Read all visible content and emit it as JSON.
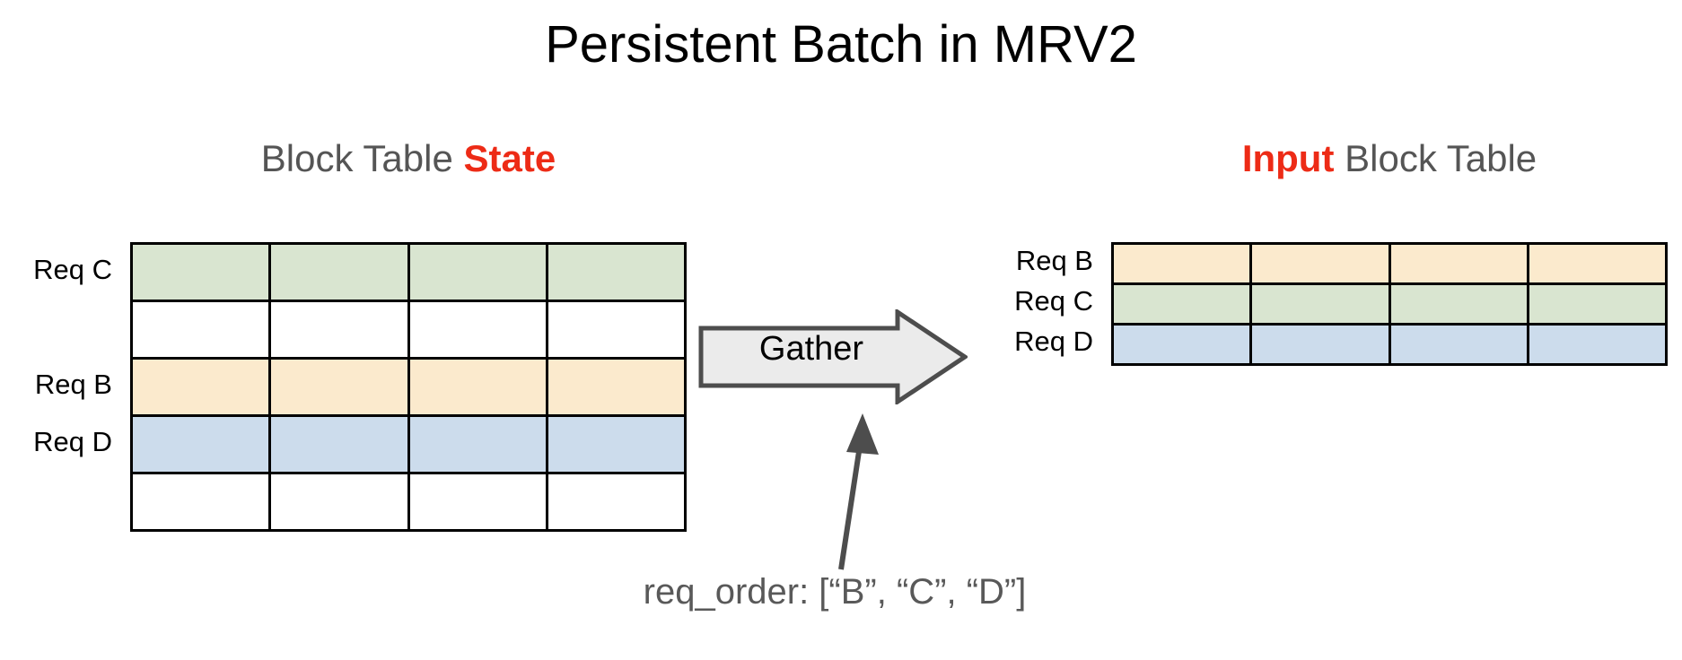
{
  "slide": {
    "title": "Persistent Batch in MRV2",
    "background_color": "#ffffff"
  },
  "colors": {
    "accent_red": "#ed2b16",
    "heading_gray": "#555555",
    "caption_gray": "#595959",
    "cell_green": "#d9e5d0",
    "cell_yellow": "#fbeacd",
    "cell_blue": "#ccdcec",
    "cell_empty": "#ffffff",
    "cell_border": "#000000",
    "arrow_fill": "#ebebeb",
    "arrow_stroke": "#4d4d4d"
  },
  "left_panel": {
    "heading_prefix": "Block Table ",
    "heading_accent": "State",
    "table": {
      "columns": 4,
      "rows": [
        {
          "label": "Req C",
          "color_key": "cell_green",
          "color": "#d9e5d0"
        },
        {
          "label": "",
          "color_key": "cell_empty",
          "color": "#ffffff"
        },
        {
          "label": "Req B",
          "color_key": "cell_yellow",
          "color": "#fbeacd"
        },
        {
          "label": "Req D",
          "color_key": "cell_blue",
          "color": "#ccdcec"
        },
        {
          "label": "",
          "color_key": "cell_empty",
          "color": "#ffffff"
        }
      ]
    }
  },
  "right_panel": {
    "heading_accent": "Input",
    "heading_suffix": " Block Table",
    "table": {
      "columns": 4,
      "rows": [
        {
          "label": "Req B",
          "color_key": "cell_yellow",
          "color": "#fbeacd"
        },
        {
          "label": "Req C",
          "color_key": "cell_green",
          "color": "#d9e5d0"
        },
        {
          "label": "Req D",
          "color_key": "cell_blue",
          "color": "#ccdcec"
        }
      ]
    }
  },
  "operation": {
    "gather_label": "Gather",
    "direction": "left-to-right"
  },
  "caption": {
    "text": "req_order: [“B”, “C”, “D”]",
    "req_order": [
      "B",
      "C",
      "D"
    ]
  }
}
